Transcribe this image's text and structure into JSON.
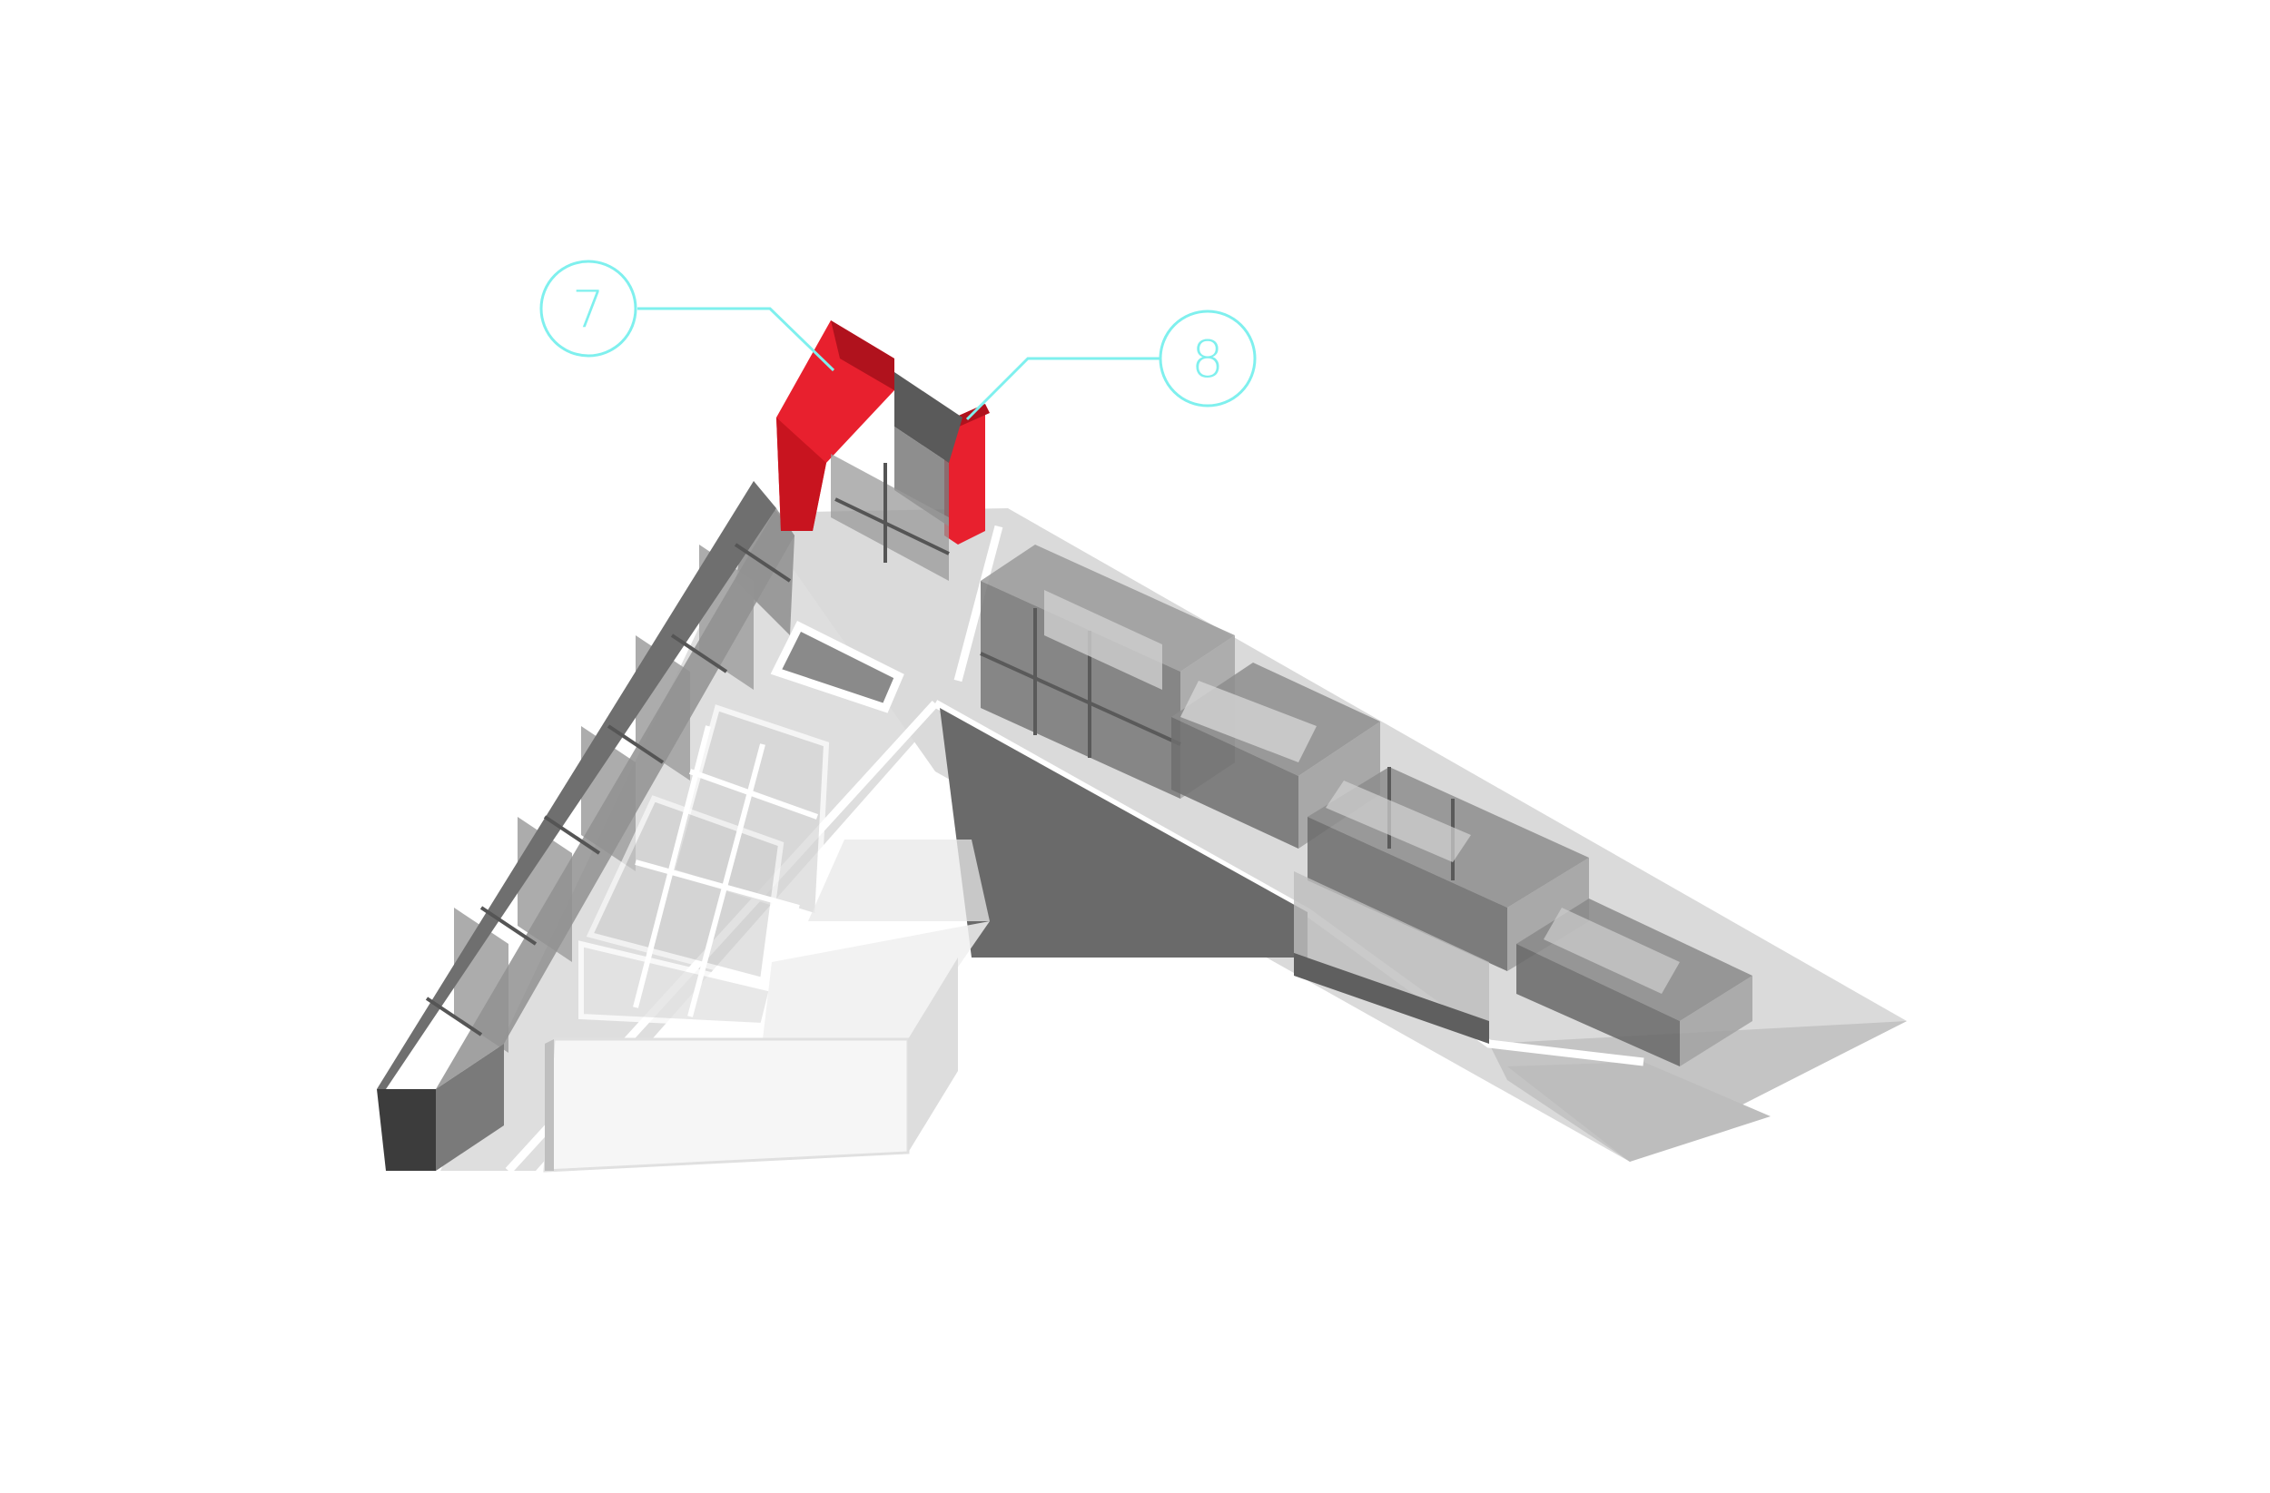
{
  "diagram": {
    "colors": {
      "background": "#ffffff",
      "ground": "#dcdcdc",
      "ground_shade": "#c9c9c9",
      "courtyard": "#6a6a6a",
      "block_dark": "#585858",
      "block_mid": "#8c8c8c",
      "block_glass": "#bdbdbd",
      "highlight": "#e8202e",
      "highlight_dark": "#b0121d",
      "callout": "#7ff0ee"
    },
    "callouts": [
      {
        "id": "callout-7",
        "label": "7"
      },
      {
        "id": "callout-8",
        "label": "8"
      }
    ]
  }
}
